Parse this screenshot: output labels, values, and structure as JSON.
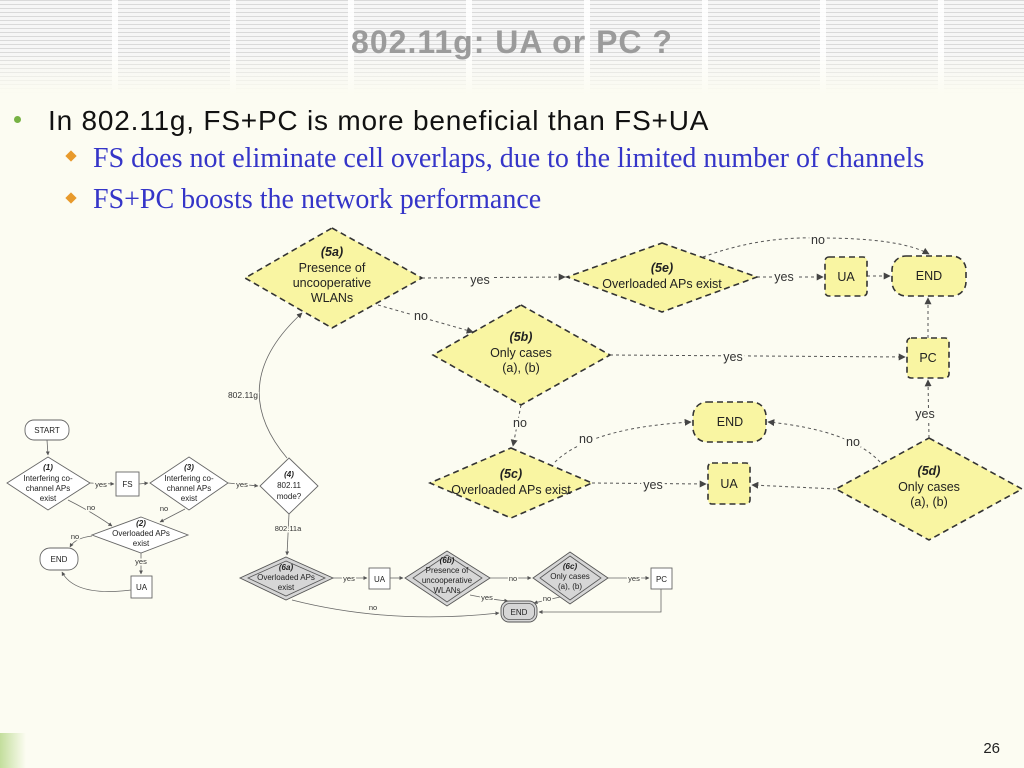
{
  "slide": {
    "title": "802.11g: UA or PC ?",
    "page_number": "26"
  },
  "bullets": {
    "main": "In 802.11g, FS+PC is more beneficial than FS+UA",
    "sub": [
      "FS does not eliminate cell overlaps, due to the limited number of channels",
      "FS+PC boosts the network performance"
    ]
  },
  "diagram": {
    "nodes": {
      "d5a": {
        "tag": "(5a)",
        "lines": [
          "Presence of",
          "uncooperative",
          "WLANs"
        ]
      },
      "d5e": {
        "tag": "(5e)",
        "lines": [
          "Overloaded APs exist"
        ]
      },
      "d5b": {
        "tag": "(5b)",
        "lines": [
          "Only cases",
          "(a), (b)"
        ]
      },
      "d5c": {
        "tag": "(5c)",
        "lines": [
          "Overloaded APs exist"
        ]
      },
      "d5d": {
        "tag": "(5d)",
        "lines": [
          "Only cases",
          "(a), (b)"
        ]
      },
      "ua_top": "UA",
      "end_top": "END",
      "pc": "PC",
      "end_mid": "END",
      "ua_mid": "UA",
      "start": "START",
      "d1": {
        "tag": "(1)",
        "lines": [
          "Interfering co-",
          "channel APs",
          "exist"
        ]
      },
      "fs": "FS",
      "d3": {
        "tag": "(3)",
        "lines": [
          "Interfering co-",
          "channel APs",
          "exist"
        ]
      },
      "d4": {
        "tag": "(4)",
        "lines": [
          "802.11",
          "mode?"
        ]
      },
      "d2": {
        "tag": "(2)",
        "lines": [
          "Overloaded APs",
          "exist"
        ]
      },
      "end_small": "END",
      "ua_small": "UA",
      "d6a": {
        "tag": "(6a)",
        "lines": [
          "Overloaded APs",
          "exist"
        ]
      },
      "ua_6a": "UA",
      "d6b": {
        "tag": "(6b)",
        "lines": [
          "Presence of",
          "uncooperative",
          "WLANs"
        ]
      },
      "d6c": {
        "tag": "(6c)",
        "lines": [
          "Only cases",
          "(a), (b)"
        ]
      },
      "pc_small": "PC",
      "end_bottom": "END"
    },
    "edge_labels": {
      "e5a_5e": "yes",
      "e5e_ua": "yes",
      "e5e_end": "no",
      "e5a_5b": "no",
      "e5b_pc": "yes",
      "e5d_pc": "yes",
      "e5b_5c": "no",
      "e5c_ua": "yes",
      "e5c_end": "no",
      "e5d_end": "no",
      "e1_fs": "yes",
      "e3_4": "yes",
      "e1_2": "no",
      "e3_2": "no",
      "e2_end": "no",
      "e2_ua": "yes",
      "e4_5a": "802.11g",
      "e4_6a": "802.11a",
      "e6a_ua": "yes",
      "e6b_6c": "no",
      "e6c_pc": "yes",
      "e6b_end": "yes",
      "e6c_end": "no",
      "e6a_end": "no"
    }
  },
  "colors": {
    "title": "#9b9b9b",
    "bullet": "#77b244",
    "sub_bullet": "#e89a2c",
    "sub_text": "#3535c8",
    "decision_fill": "#f9f5a2",
    "gray_fill": "#d6d6d6",
    "background": "#fcfcf2"
  }
}
